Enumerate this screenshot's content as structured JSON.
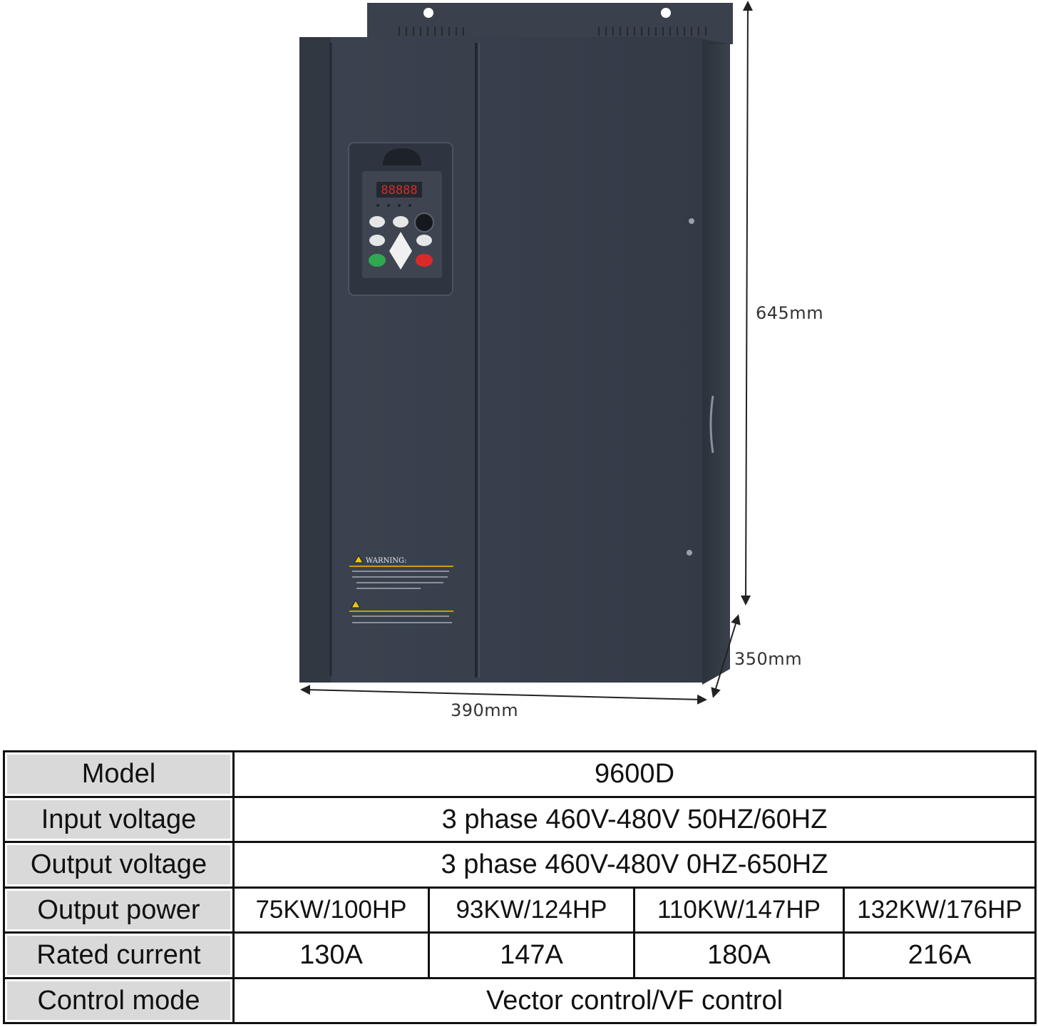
{
  "dimensions": {
    "height": "645mm",
    "depth": "350mm",
    "width": "390mm"
  },
  "product": {
    "display_digits": "88888",
    "warning_title": "WARNING",
    "colors": {
      "body": "#3a414c",
      "body_dark": "#2a3038",
      "run_button": "#2fa84f",
      "stop_button": "#d92a2a",
      "display": "#d42b2b"
    }
  },
  "specs": {
    "model": {
      "label": "Model",
      "value": "9600D"
    },
    "input_voltage": {
      "label": "Input voltage",
      "value": "3 phase 460V-480V 50HZ/60HZ"
    },
    "output_voltage": {
      "label": "Output voltage",
      "value": "3 phase 460V-480V 0HZ-650HZ"
    },
    "output_power": {
      "label": "Output power",
      "values": [
        "75KW/100HP",
        "93KW/124HP",
        "110KW/147HP",
        "132KW/176HP"
      ]
    },
    "rated_current": {
      "label": "Rated current",
      "values": [
        "130A",
        "147A",
        "180A",
        "216A"
      ]
    },
    "control_mode": {
      "label": "Control mode",
      "value": "Vector control/VF control"
    }
  }
}
